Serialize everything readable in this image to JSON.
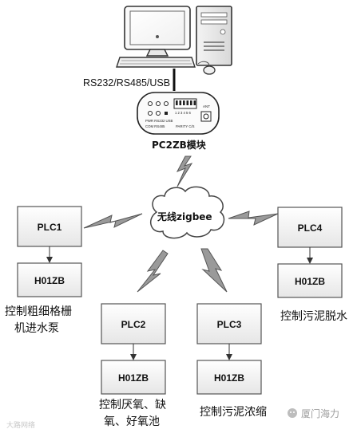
{
  "computer": {
    "interface_label": "RS232/RS485/USB"
  },
  "module": {
    "caption": "PC2ZB模块",
    "panel_text_row1": "PWR RS232 USB",
    "panel_text_row2": "COM RS485",
    "panel_text_row3": "PARITY C/S",
    "panel_ant_label": "ANT",
    "dip_numbers": "1 2 3 4 5 6"
  },
  "network": {
    "label": "无线zigbee"
  },
  "plc1": {
    "plc_label": "PLC1",
    "node_label": "H01ZB",
    "caption_line1": "控制粗细格栅",
    "caption_line2": "机进水泵"
  },
  "plc2": {
    "plc_label": "PLC2",
    "node_label": "H01ZB",
    "caption_line1": "控制厌氧、缺",
    "caption_line2": "氧、好氧池"
  },
  "plc3": {
    "plc_label": "PLC3",
    "node_label": "H01ZB",
    "caption_line1": "控制污泥浓缩"
  },
  "plc4": {
    "plc_label": "PLC4",
    "node_label": "H01ZB",
    "caption_line1": "控制污泥脱水"
  },
  "watermark_left": "大路网络",
  "watermark_right": "厦门海力",
  "colors": {
    "box_border": "#555555",
    "bolt_fill": "#9a9a9a",
    "bolt_stroke": "#555555",
    "cloud_stroke": "#444444"
  }
}
